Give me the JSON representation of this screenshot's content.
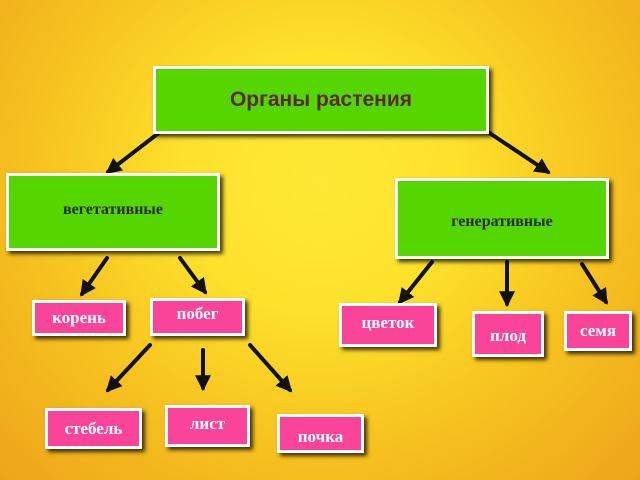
{
  "diagram": {
    "root": {
      "label": "Органы растения"
    },
    "vegetative": {
      "label": "вегетативные"
    },
    "generative": {
      "label": "генеративные"
    },
    "root_organ": {
      "label": "корень"
    },
    "shoot": {
      "label": "побег"
    },
    "flower": {
      "label": "цветок"
    },
    "fruit": {
      "label": "плод"
    },
    "seed": {
      "label": "семя"
    },
    "stem": {
      "label": "стебель"
    },
    "leaf": {
      "label": "лист"
    },
    "bud": {
      "label": "почка"
    }
  },
  "colors": {
    "background": "#fde22c",
    "green_box": "#55d600",
    "pink_box": "#f9449a",
    "arrow": "#111111"
  }
}
